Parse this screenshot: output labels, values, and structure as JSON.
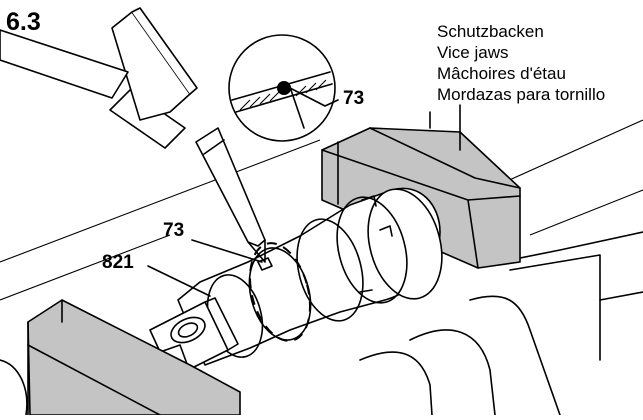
{
  "figure": {
    "step_number": "6.3",
    "jaw_labels": [
      "Schutzbacken",
      "Vice jaws",
      "Mâchoires d'étau",
      "Mordazas para tornillo"
    ],
    "part_roll_pin": "73",
    "part_roll_pin_detail": "73",
    "part_body": "821"
  }
}
